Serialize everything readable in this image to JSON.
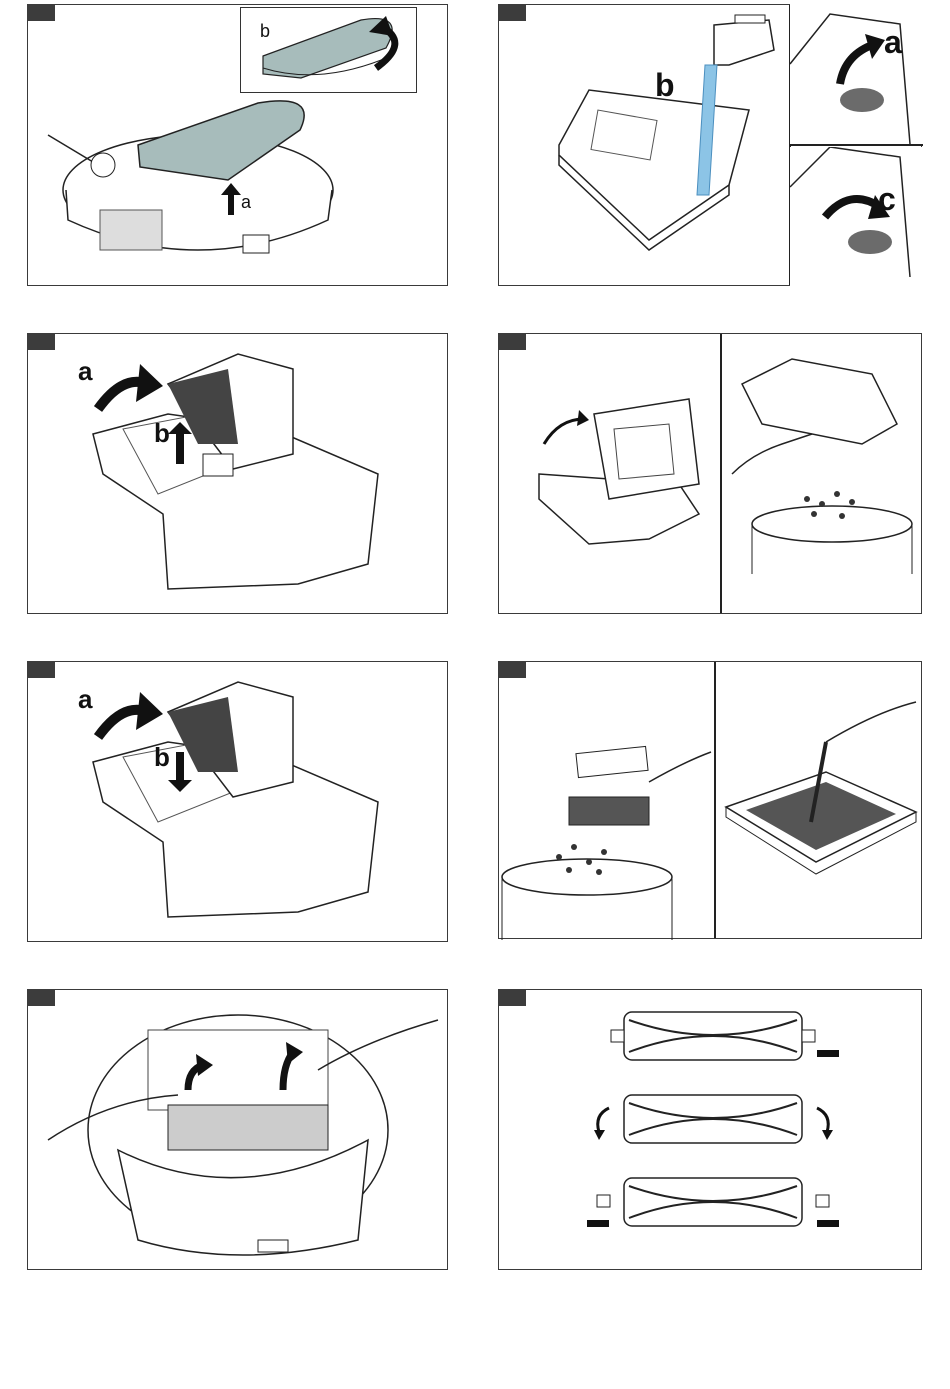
{
  "panels": {
    "p1": {
      "label_a": "a",
      "label_b": "b",
      "mop_color": "#a7bcbb"
    },
    "p2": {
      "label_a": "a",
      "label_b": "b",
      "label_c": "c",
      "water_color": "#8cc4e6",
      "plug_color": "#6b6b6b"
    },
    "p3": {
      "label_a": "a",
      "label_b": "b"
    },
    "p4": {},
    "p5": {
      "label_a": "a",
      "label_b": "b"
    },
    "p6": {},
    "p7": {},
    "p8": {}
  },
  "colors": {
    "frame": "#3a3a3a",
    "tab": "#3c3c3c",
    "ink": "#111111"
  }
}
